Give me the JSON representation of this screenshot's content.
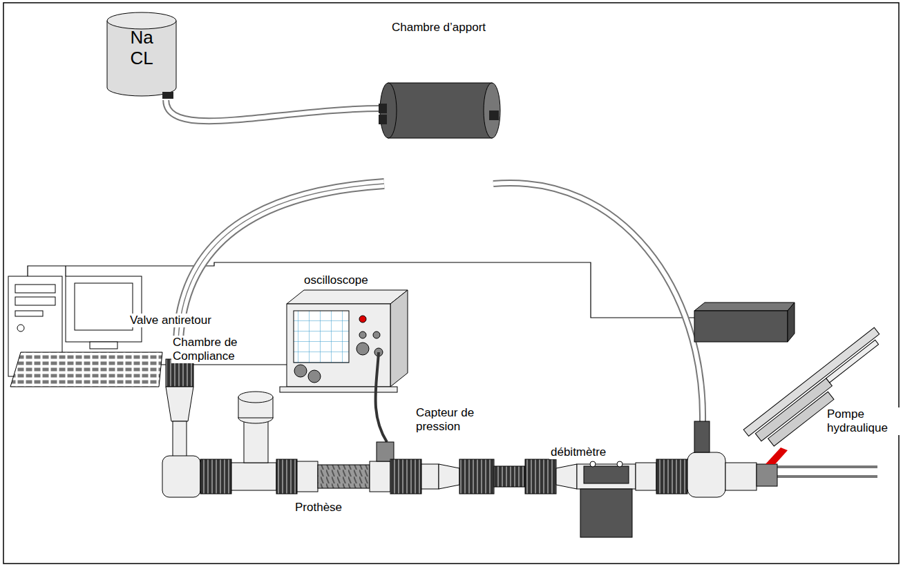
{
  "diagram": {
    "nodes": [
      {
        "text": [
          "Na CL"
        ]
      },
      {
        "text": [
          "Chambre d’apport"
        ]
      }
    ],
    "edges": [
      {
        "from": 0,
        "to": 1,
        "arrow": "none"
      }
    ],
    "labels": [
      "oscilloscope",
      "Valve antiretour",
      "Chambre de Compliance",
      "Capteur de pression",
      "débitmètre",
      "Pompe hydraulique",
      "Prothèse"
    ]
  }
}
